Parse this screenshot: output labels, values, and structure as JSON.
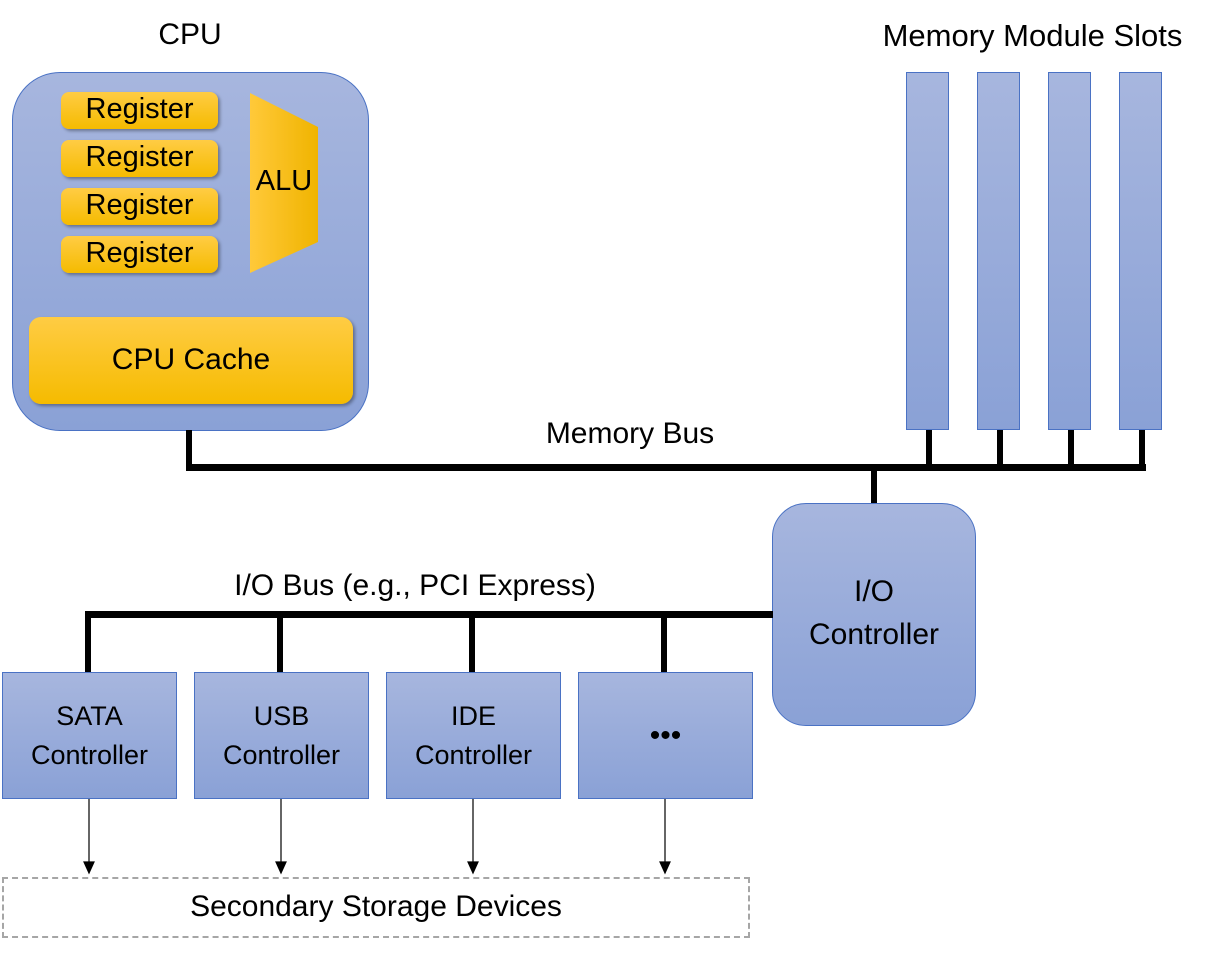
{
  "cpu": {
    "title": "CPU",
    "registers": [
      "Register",
      "Register",
      "Register",
      "Register"
    ],
    "alu_label": "ALU",
    "cache_label": "CPU Cache"
  },
  "memory": {
    "title": "Memory Module Slots",
    "slot_count": 4,
    "bus_label": "Memory Bus"
  },
  "io_controller": {
    "line1": "I/O",
    "line2": "Controller"
  },
  "io_bus": {
    "label": "I/O Bus (e.g., PCI Express)"
  },
  "controllers": [
    {
      "line1": "SATA",
      "line2": "Controller"
    },
    {
      "line1": "USB",
      "line2": "Controller"
    },
    {
      "line1": "IDE",
      "line2": "Controller"
    },
    {
      "line1": "•••",
      "line2": ""
    }
  ],
  "storage": {
    "label": "Secondary Storage Devices"
  },
  "colors": {
    "box_fill_top": "#a7b6de",
    "box_fill_bottom": "#8aa1d6",
    "box_border": "#4a72c4",
    "gold": "#ffc000",
    "bus": "#000000",
    "dashed_border": "#a6a6a6"
  }
}
